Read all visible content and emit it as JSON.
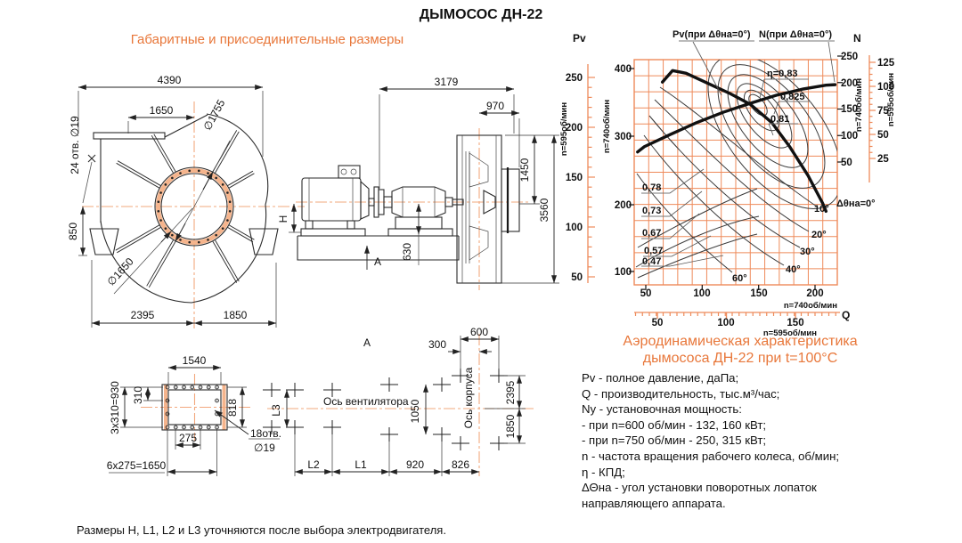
{
  "page": {
    "title": "ДЫМОСОС ДН-22",
    "subtitle": "Габаритные и присоединительные размеры",
    "footnote": "Размеры  H, L1, L2 и L3 уточняются после выбора электродвигателя."
  },
  "colors": {
    "accent": "#e8773a",
    "grid": "#ee8a5a",
    "centerline": "#f2a87e"
  },
  "front_view": {
    "dim_total_width": "4390",
    "dim_bolt_span": "1650",
    "dia_flange": "∅1755",
    "dia_inlet": "∅1650",
    "holes": "24 отв.  ∅19",
    "dim_support_h": "850",
    "dim_left": "2395",
    "dim_right": "1850"
  },
  "side_view": {
    "dim_total_len": "3179",
    "dim_inlet_len": "970",
    "dim_collar": "1450",
    "dim_height": "3560",
    "dim_axis_h": "630",
    "dim_H": "H",
    "view_mark": "А"
  },
  "outlet_flange": {
    "dim_width": "1540",
    "dim_rows": "3x310=930",
    "dim_row": "310",
    "dim_opening": "818",
    "dim_col": "275",
    "dim_cols": "6x275=1650",
    "holes_1": "18отв.",
    "holes_2": "∅19"
  },
  "foundation": {
    "view_label": "А",
    "axis_fan": "Ось вентилятора",
    "axis_housing": "Ось корпуса",
    "dim_300": "300",
    "dim_600": "600",
    "dim_1050": "1050",
    "dim_2395": "2395",
    "dim_1850": "1850",
    "dim_L2": "L2",
    "dim_L1": "L1",
    "dim_920": "920",
    "dim_826": "826",
    "dim_L3": "L3"
  },
  "chart": {
    "axis_pv_title": "Pv",
    "axis_n_title": "N",
    "axis_q_title": "Q",
    "label_pv_curve": "Pv(при Δθна=0°)",
    "label_n_curve": "N(при Δθна=0°)",
    "pv595": {
      "unit": "n=595об/мин",
      "ticks": [
        "250",
        "200",
        "150",
        "100",
        "50"
      ]
    },
    "pv740": {
      "unit": "n=740об/мин",
      "ticks": [
        "400",
        "300",
        "200",
        "100"
      ]
    },
    "n740": {
      "unit": "n=740об/мин",
      "ticks": [
        "250",
        "200",
        "150",
        "100",
        "50"
      ]
    },
    "n595": {
      "unit": "n=595об/мин",
      "ticks": [
        "125",
        "100",
        "75",
        "50",
        "25"
      ]
    },
    "q740": {
      "unit": "n=740об/мин",
      "ticks": [
        "50",
        "100",
        "150",
        "200"
      ]
    },
    "q595": {
      "unit": "n=595об/мин",
      "ticks": [
        "50",
        "100",
        "150"
      ]
    },
    "eta": {
      "e83": "η=0,83",
      "e825": "0,825",
      "e81": "0,81",
      "e78": "0,78",
      "e73": "0,73",
      "e67": "0,67",
      "e57": "0,57",
      "e47": "0,47"
    },
    "angles": {
      "a0": "Δθна=0°",
      "a10": "10°",
      "a20": "20°",
      "a30": "30°",
      "a40": "40°",
      "a60": "60°"
    }
  },
  "chart_data": {
    "type": "line",
    "title": "Аэродинамическая характеристика дымососа ДН-22 при t=100°C",
    "xlabel": "Q, тыс.м³/час",
    "ylabel_left": "Pv, даПа",
    "ylabel_right": "N, кВт",
    "grid": true,
    "x_axis": {
      "scale_740": {
        "unit": "n=740об/мин",
        "range": [
          40,
          220
        ],
        "ticks": [
          50,
          100,
          150,
          200
        ]
      },
      "scale_595": {
        "unit": "n=595об/мин",
        "ticks": [
          50,
          100,
          150
        ]
      }
    },
    "y_axis_left_Pv": {
      "scale_595": {
        "unit": "n=595об/мин",
        "ticks": [
          250,
          200,
          150,
          100,
          50
        ]
      },
      "scale_740": {
        "unit": "n=740об/мин",
        "range": [
          80,
          415
        ],
        "ticks": [
          400,
          300,
          200,
          100
        ]
      }
    },
    "y_axis_right_N": {
      "scale_740": {
        "unit": "n=740об/мин",
        "range": [
          0,
          300
        ],
        "ticks": [
          250,
          200,
          150,
          100,
          50
        ]
      },
      "scale_595": {
        "unit": "n=595об/мин",
        "ticks": [
          125,
          100,
          75,
          50,
          25
        ]
      }
    },
    "series": [
      {
        "name": "Pv(при Δθна=0°)",
        "axis": "Pv, n=740об/мин",
        "points": [
          [
            65,
            380
          ],
          [
            74,
            397
          ],
          [
            86,
            393
          ],
          [
            99,
            383
          ],
          [
            112,
            373
          ],
          [
            125,
            363
          ],
          [
            143,
            347
          ],
          [
            162,
            320
          ],
          [
            178,
            284
          ],
          [
            194,
            242
          ],
          [
            207,
            201
          ],
          [
            210,
            189
          ]
        ]
      },
      {
        "name": "N(при Δθна=0°)",
        "axis": "N, n=740об/мин",
        "points": [
          [
            43,
            69
          ],
          [
            49,
            79
          ],
          [
            72,
            102
          ],
          [
            95,
            124
          ],
          [
            119,
            144
          ],
          [
            143,
            161
          ],
          [
            166,
            176
          ],
          [
            190,
            188
          ],
          [
            210,
            195
          ],
          [
            218,
            196
          ]
        ]
      }
    ],
    "efficiency_contours": [
      0.83,
      0.825,
      0.81,
      0.78,
      0.73,
      0.67,
      0.57,
      0.47
    ],
    "guide_vane_angles_deg": [
      0,
      10,
      20,
      30,
      40,
      60
    ]
  },
  "caption": {
    "line1": "Аэродинамическая характеристика",
    "line2": "дымососа ДН-22 при t=100°C"
  },
  "description": {
    "lines": [
      "Pv - полное давление, даПа;",
      "Q - производительность, тыс.м³/час;",
      "Ny - установочная мощность:",
      "- при n=600 об/мин - 132, 160 кВт;",
      "- при n=750 об/мин - 250, 315 кВт;",
      "n - частота вращения рабочего колеса, об/мин;",
      "η - КПД;",
      "ΔΘна - угол установки поворотных лопаток",
      "направляющего аппарата."
    ]
  }
}
